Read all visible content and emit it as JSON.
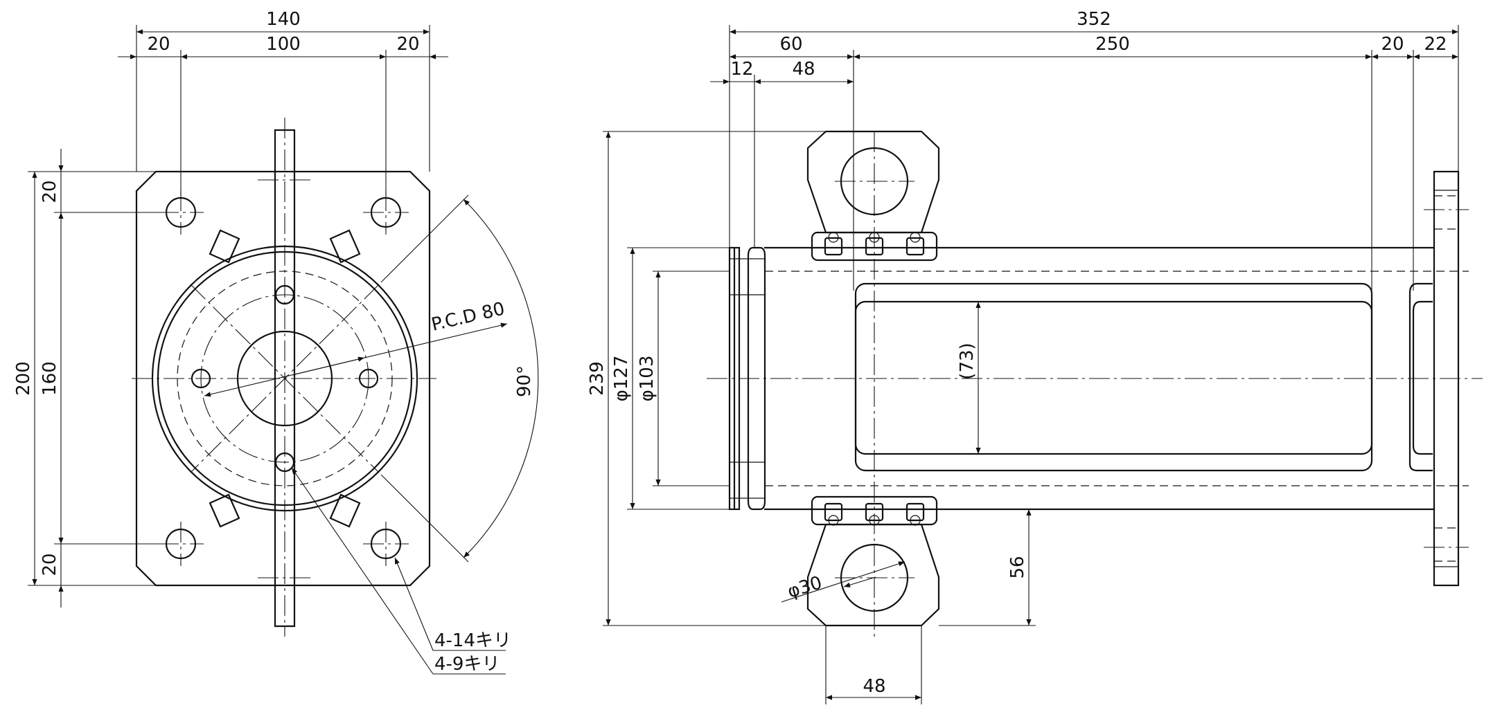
{
  "front_view": {
    "dims": {
      "overall_width": "140",
      "edge_left": "20",
      "hole_pitch": "100",
      "edge_right": "20",
      "overall_height": "200",
      "hole_pitch_v": "160",
      "edge_top": "20",
      "edge_bottom": "20",
      "pcd": "P.C.D 80",
      "angle": "90°"
    },
    "notes": {
      "large_holes": "4-14キリ",
      "small_holes": "4-9キリ"
    }
  },
  "side_view": {
    "dims": {
      "overall_length": "352",
      "flange_to_bracket": "60",
      "body_length": "250",
      "end_gap": "20",
      "flange_thickness": "22",
      "groove_offset": "12",
      "groove_to_bracket": "48",
      "overall_height": "239",
      "outer_dia": "φ127",
      "inner_dia": "φ103",
      "slot_width": "(73)",
      "pin_hole_dia": "φ30",
      "bracket_width": "48",
      "bracket_offset": "56"
    }
  }
}
